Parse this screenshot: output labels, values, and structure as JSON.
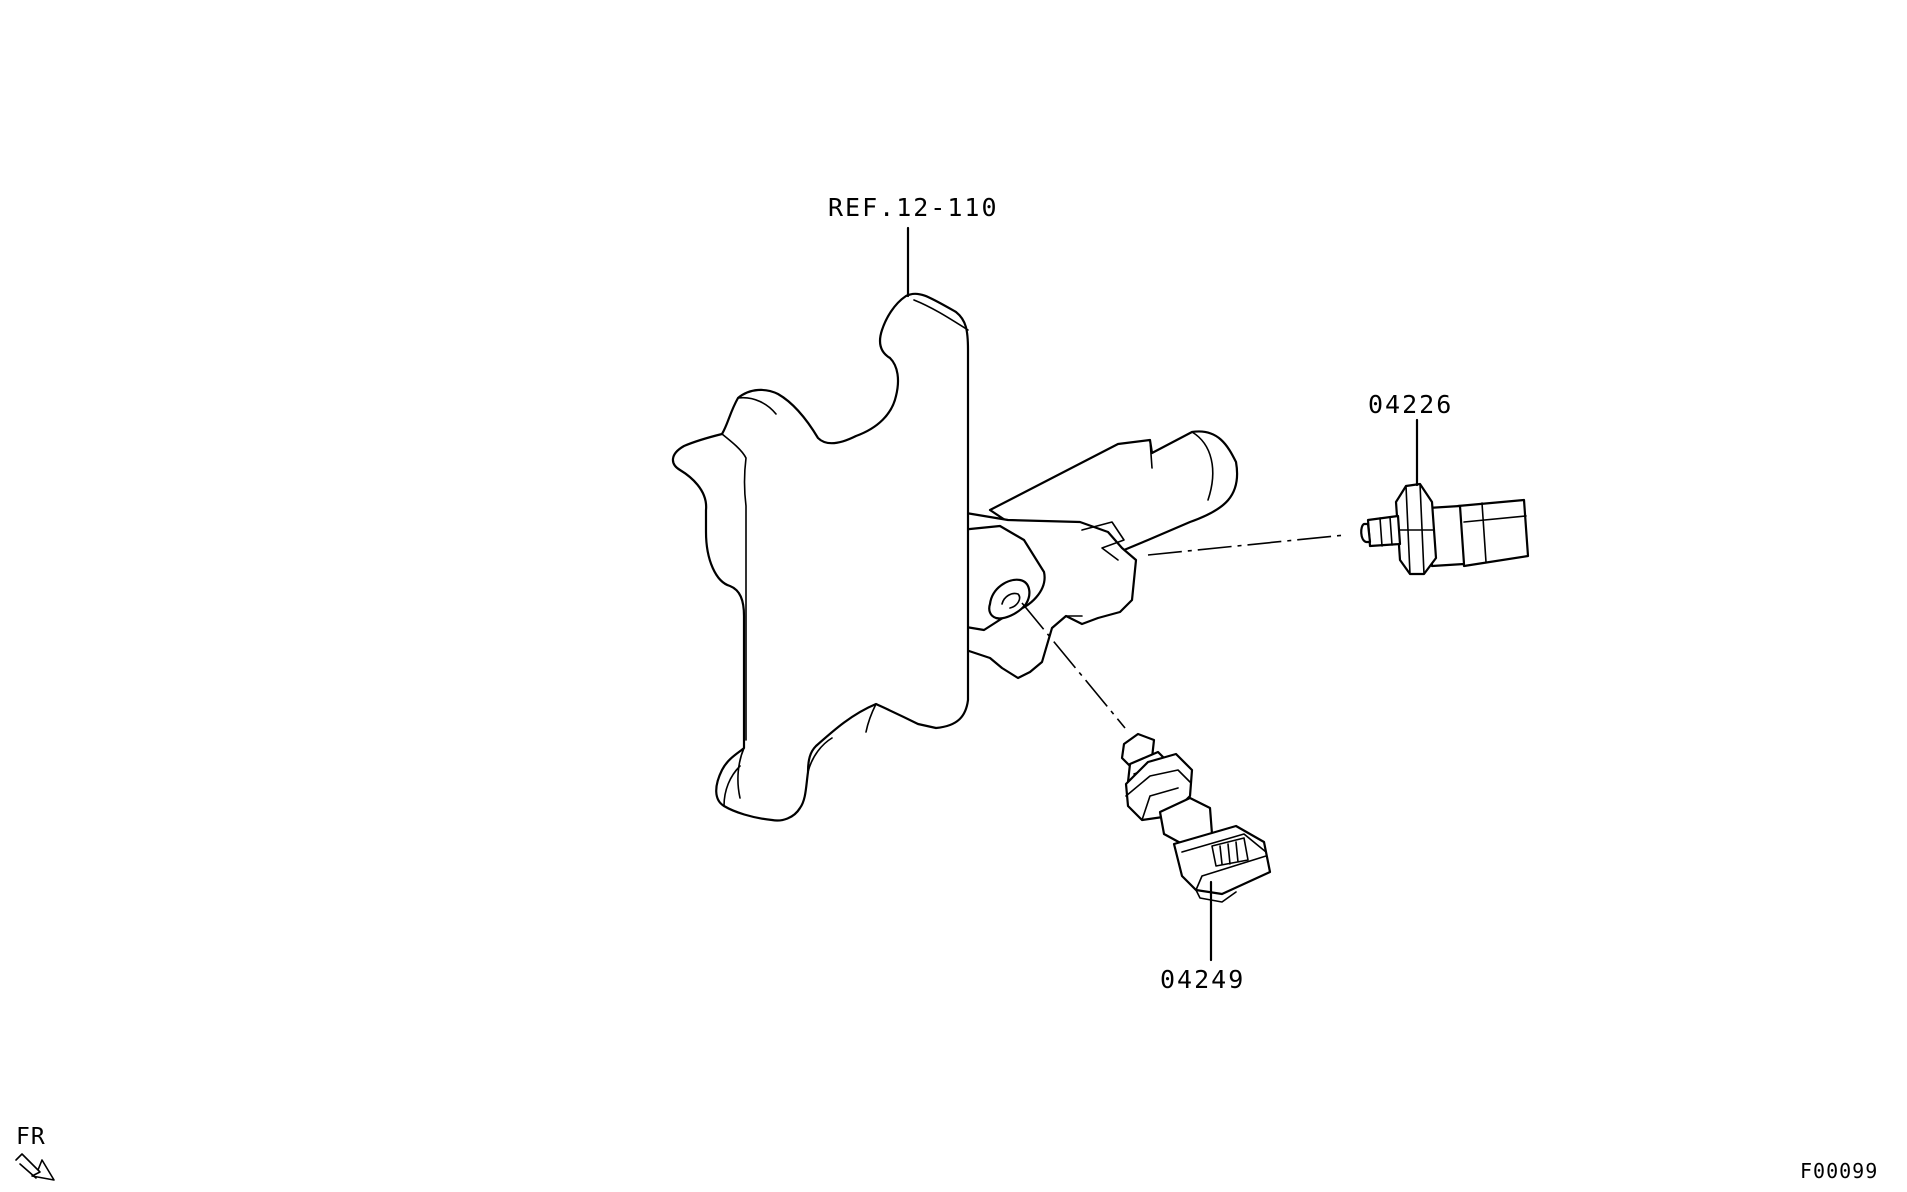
{
  "labels": {
    "ref": "REF.12-110",
    "part_a": "04226",
    "part_b": "04249",
    "front_marker": "FR",
    "figure_code": "F00099"
  },
  "icons": {
    "front_arrow": "hollow-arrow-down-right-icon"
  }
}
